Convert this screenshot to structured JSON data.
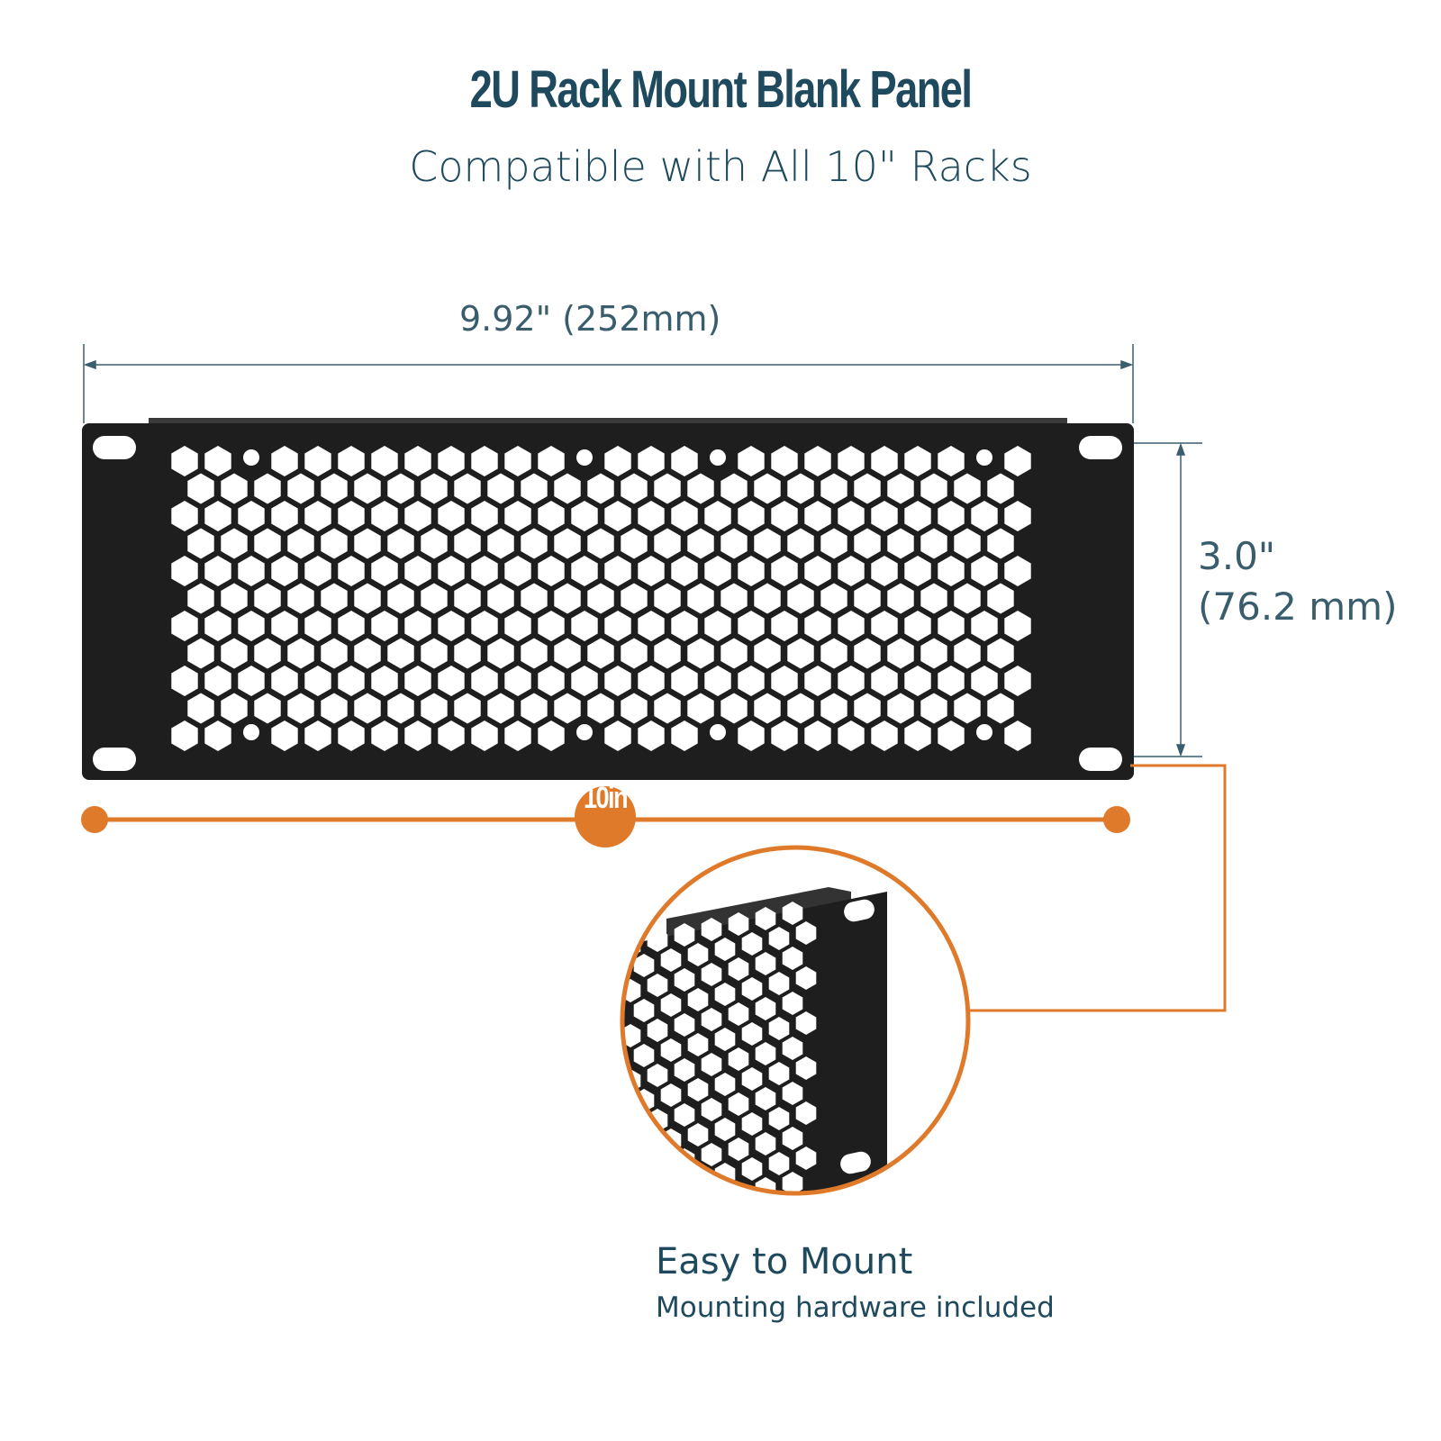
{
  "header": {
    "title": "2U Rack Mount Blank Panel",
    "subtitle": "Compatible with All 10\" Racks"
  },
  "dimensions": {
    "width": "9.92\" (252mm)",
    "height_in": "3.0\"",
    "height_mm": "(76.2 mm)",
    "rack_width_badge": "10in"
  },
  "callout": {
    "title": "Easy to Mount",
    "subtitle": "Mounting hardware included"
  },
  "colors": {
    "text": "#1f4a5e",
    "accent": "#e07a2b",
    "panel": "#1e1e1e"
  }
}
